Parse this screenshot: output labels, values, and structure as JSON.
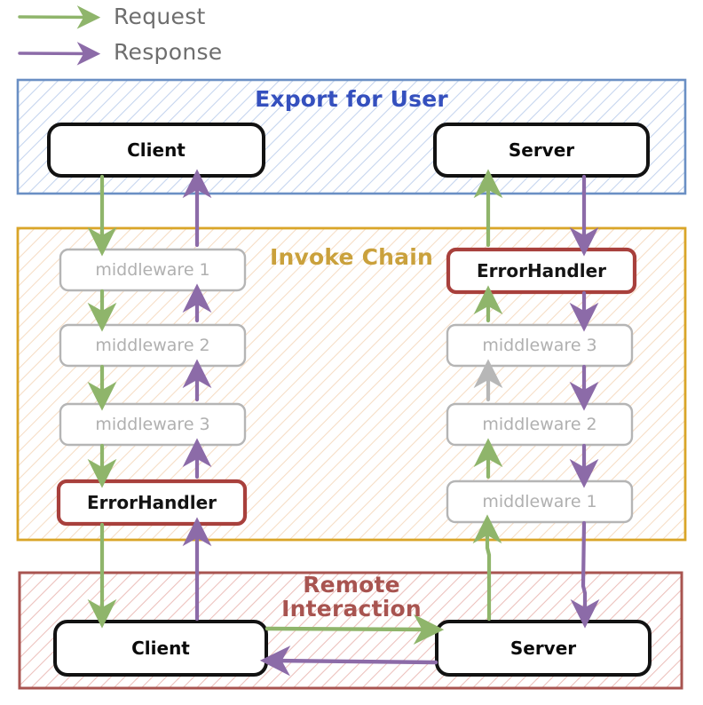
{
  "legend": {
    "items": [
      {
        "label": "Request",
        "color": "#8fb56b",
        "icon": "arrow-right-icon"
      },
      {
        "label": "Response",
        "color": "#8c6ba8",
        "icon": "arrow-right-icon"
      }
    ]
  },
  "groups": [
    {
      "id": "export-for-user",
      "title": "Export for User",
      "title_lines": [
        "Export for User"
      ],
      "color": "#6a8fc4",
      "title_color": "#3550be",
      "hatch_color": "#c4d4ee"
    },
    {
      "id": "invoke-chain",
      "title": "Invoke Chain",
      "title_lines": [
        "Invoke Chain"
      ],
      "color": "#d9a528",
      "title_color": "#caa13c",
      "hatch_color": "#f4d7bb"
    },
    {
      "id": "remote-interaction",
      "title": "Remote Interaction",
      "title_lines": [
        "Remote",
        "Interaction"
      ],
      "color": "#a85450",
      "title_color": "#a85450",
      "hatch_color": "#e8b5b0"
    }
  ],
  "nodes": {
    "export_client": {
      "label": "Client",
      "style": "plain"
    },
    "export_server": {
      "label": "Server",
      "style": "plain"
    },
    "left_mw1": {
      "label": "middleware 1",
      "style": "dim"
    },
    "left_mw2": {
      "label": "middleware 2",
      "style": "dim"
    },
    "left_mw3": {
      "label": "middleware 3",
      "style": "dim"
    },
    "left_error": {
      "label": "ErrorHandler",
      "style": "error"
    },
    "right_error": {
      "label": "ErrorHandler",
      "style": "error"
    },
    "right_mw3": {
      "label": "middleware 3",
      "style": "dim"
    },
    "right_mw2": {
      "label": "middleware 2",
      "style": "dim"
    },
    "right_mw1": {
      "label": "middleware 1",
      "style": "dim"
    },
    "remote_client": {
      "label": "Client",
      "style": "plain"
    },
    "remote_server": {
      "label": "Server",
      "style": "plain"
    }
  },
  "colors": {
    "request_green": "#8fb56b",
    "response_purple": "#8c6ba8",
    "inactive_gray": "#b7b7b7",
    "node_border_dim": "#b5b5b5",
    "node_border_error": "#a8403c",
    "node_border_plain": "#121212",
    "legend_text": "#6e6e6e"
  },
  "flows": [
    {
      "name": "export-client-to-chain",
      "direction": "down",
      "color": "request_green"
    },
    {
      "name": "chain-to-export-client",
      "direction": "up",
      "color": "response_purple"
    },
    {
      "name": "chain-to-export-server",
      "direction": "up",
      "color": "request_green"
    },
    {
      "name": "export-server-to-chain",
      "direction": "down",
      "color": "response_purple"
    },
    {
      "name": "left-mw1-to-mw2",
      "direction": "down",
      "color": "request_green"
    },
    {
      "name": "left-mw2-to-mw3",
      "direction": "down",
      "color": "request_green"
    },
    {
      "name": "left-mw3-to-errorhandler",
      "direction": "down",
      "color": "request_green"
    },
    {
      "name": "left-errorhandler-to-remote",
      "direction": "down",
      "color": "request_green"
    },
    {
      "name": "left-mw2-to-mw1",
      "direction": "up",
      "color": "response_purple"
    },
    {
      "name": "left-mw3-to-mw2",
      "direction": "up",
      "color": "response_purple"
    },
    {
      "name": "left-errorhandler-to-mw3",
      "direction": "up",
      "color": "response_purple"
    },
    {
      "name": "remote-to-left-errorhandler",
      "direction": "up",
      "color": "response_purple"
    },
    {
      "name": "right-mw3-to-errorhandler",
      "direction": "up",
      "color": "request_green"
    },
    {
      "name": "right-mw2-to-mw3",
      "direction": "up",
      "color": "inactive_gray"
    },
    {
      "name": "right-mw1-to-mw2",
      "direction": "up",
      "color": "request_green"
    },
    {
      "name": "remote-server-to-right-mw1",
      "direction": "up",
      "color": "request_green"
    },
    {
      "name": "right-errorhandler-to-mw3",
      "direction": "down",
      "color": "response_purple"
    },
    {
      "name": "right-mw3-to-mw2-down",
      "direction": "down",
      "color": "response_purple"
    },
    {
      "name": "right-mw2-to-mw1-down",
      "direction": "down",
      "color": "response_purple"
    },
    {
      "name": "right-mw1-to-remote",
      "direction": "down",
      "color": "response_purple"
    },
    {
      "name": "remote-client-to-server",
      "direction": "right",
      "color": "request_green"
    },
    {
      "name": "remote-server-to-client",
      "direction": "left",
      "color": "response_purple"
    }
  ]
}
